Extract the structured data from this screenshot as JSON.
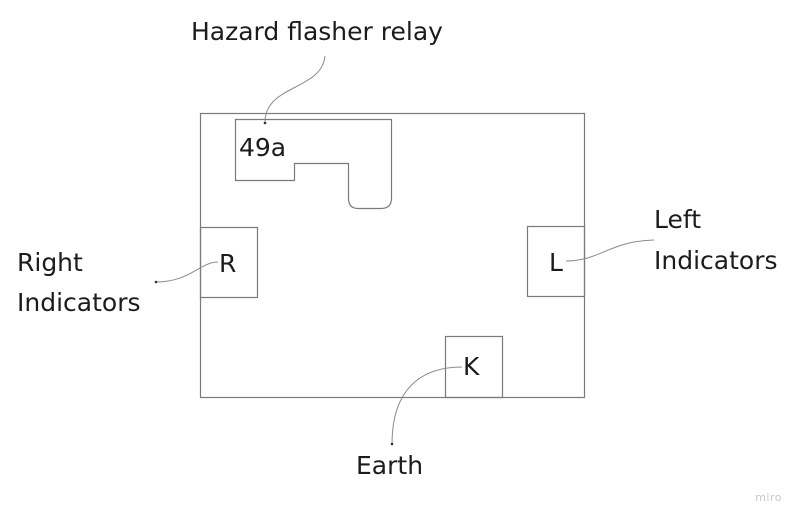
{
  "diagram": {
    "title": "Hazard flasher relay",
    "pins": {
      "p49a": "49a",
      "r": "R",
      "l": "L",
      "k": "K"
    },
    "labels": {
      "right_line1": "Right",
      "right_line2": "Indicators",
      "left_line1": "Left",
      "left_line2": "Indicators",
      "earth": "Earth"
    },
    "connections": [
      {
        "from": "Hazard flasher relay",
        "to": "49a"
      },
      {
        "from": "R",
        "to": "Right Indicators"
      },
      {
        "from": "L",
        "to": "Left Indicators"
      },
      {
        "from": "K",
        "to": "Earth"
      }
    ]
  },
  "watermark": "miro"
}
